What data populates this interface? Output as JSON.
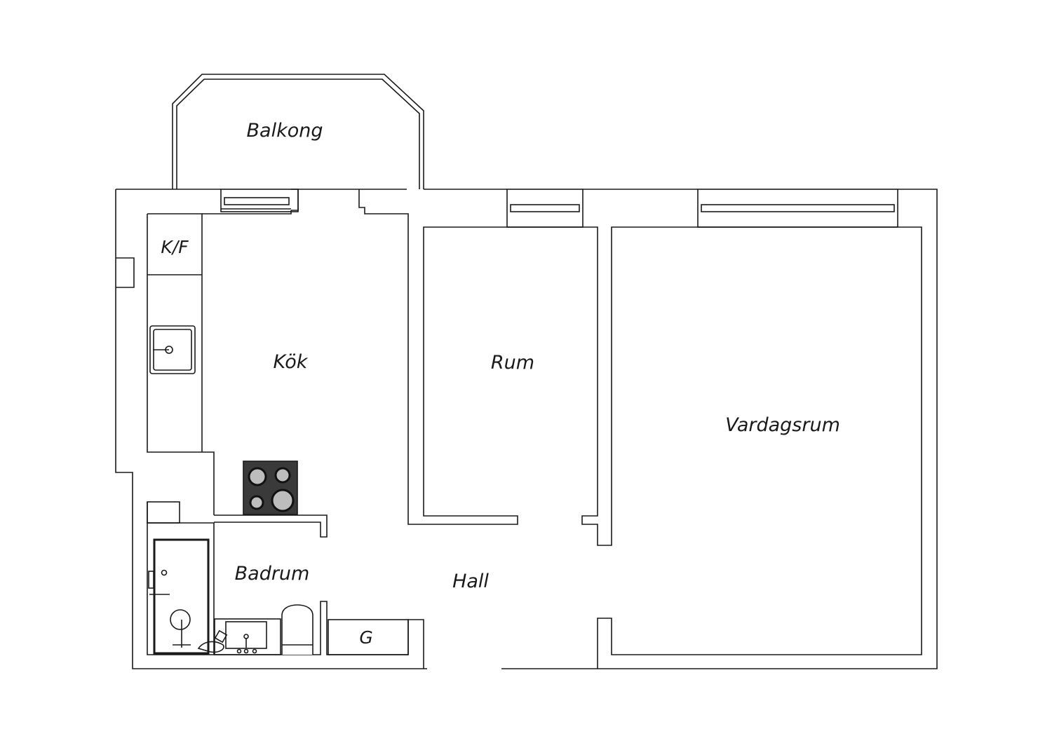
{
  "plan": {
    "rooms": {
      "balkong": "Balkong",
      "kok": "Kök",
      "rum": "Rum",
      "vardagsrum": "Vardagsrum",
      "badrum": "Badrum",
      "hall": "Hall"
    },
    "fixtures": {
      "kf": "K/F",
      "g": "G"
    }
  }
}
